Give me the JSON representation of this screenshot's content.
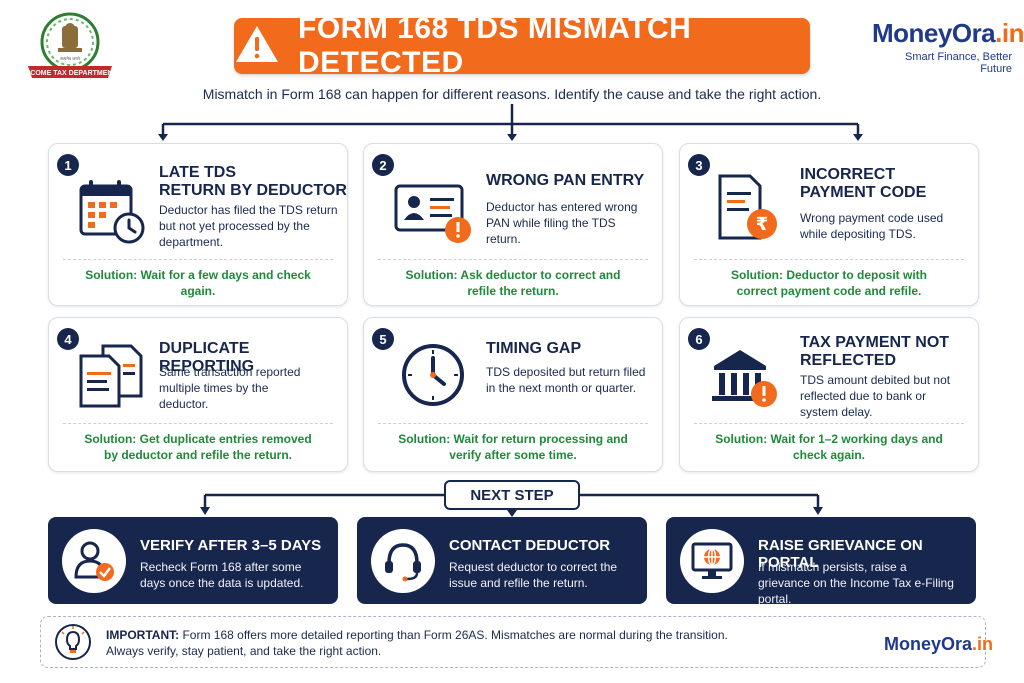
{
  "header": {
    "emblem_text": "INCOME TAX DEPARTMENT",
    "emblem_sub": "सत्यमेव जयते",
    "title": "FORM 168 TDS MISMATCH DETECTED",
    "brand_main": "MoneyOra",
    "brand_suffix": ".in",
    "brand_tagline": "Smart Finance, Better Future",
    "subtitle": "Mismatch in Form 168 can happen for different reasons. Identify the cause and take the right action."
  },
  "cards": [
    {
      "num": "1",
      "title1": "LATE TDS",
      "title2": "RETURN BY DEDUCTOR",
      "desc": "Deductor has filed the TDS return but not yet processed by the department.",
      "solution": "Solution: Wait for a few days and check again.",
      "icon": "calendar-clock-icon"
    },
    {
      "num": "2",
      "title1": "WRONG PAN ENTRY",
      "title2": "",
      "desc": "Deductor has entered wrong PAN while filing the TDS return.",
      "solution": "Solution: Ask deductor to correct and refile the return.",
      "icon": "id-card-warning-icon"
    },
    {
      "num": "3",
      "title1": "INCORRECT",
      "title2": "PAYMENT CODE",
      "desc": "Wrong payment code used while depositing TDS.",
      "solution": "Solution: Deductor to deposit with correct payment code and refile.",
      "icon": "document-rupee-icon"
    },
    {
      "num": "4",
      "title1": "DUPLICATE REPORTING",
      "title2": "",
      "desc": "Same transaction reported multiple times by the deductor.",
      "solution": "Solution: Get duplicate entries removed by deductor and refile the return.",
      "icon": "duplicate-documents-icon"
    },
    {
      "num": "5",
      "title1": "TIMING GAP",
      "title2": "",
      "desc": "TDS deposited but return filed in the next month or quarter.",
      "solution": "Solution: Wait for return processing and verify after some time.",
      "icon": "clock-icon"
    },
    {
      "num": "6",
      "title1": "TAX PAYMENT NOT",
      "title2": "REFLECTED",
      "desc": "TDS amount debited but not reflected due to bank or system delay.",
      "solution": "Solution: Wait for 1–2 working days and check again.",
      "icon": "bank-warning-icon"
    }
  ],
  "next_step": {
    "label": "NEXT STEP",
    "actions": [
      {
        "title": "VERIFY AFTER 3–5 DAYS",
        "desc": "Recheck Form 168 after some days once the data is updated.",
        "icon": "user-check-icon"
      },
      {
        "title": "CONTACT DEDUCTOR",
        "desc": "Request deductor to correct the issue and refile the return.",
        "icon": "headset-icon"
      },
      {
        "title": "RAISE GRIEVANCE ON PORTAL",
        "desc": "If mismatch persists, raise a grievance on the Income Tax e-Filing portal.",
        "icon": "monitor-globe-icon"
      }
    ]
  },
  "important": {
    "label": "IMPORTANT:",
    "line1": "Form 168 offers more detailed reporting than Form 26AS. Mismatches are normal during the transition.",
    "line2": "Always verify, stay patient, and take the right action.",
    "brand_main": "MoneyOra",
    "brand_suffix": ".in"
  },
  "colors": {
    "accent_orange": "#f26a1b",
    "navy": "#17264d",
    "solution_green": "#1e8a3a",
    "brand_blue": "#1f3a8a"
  }
}
